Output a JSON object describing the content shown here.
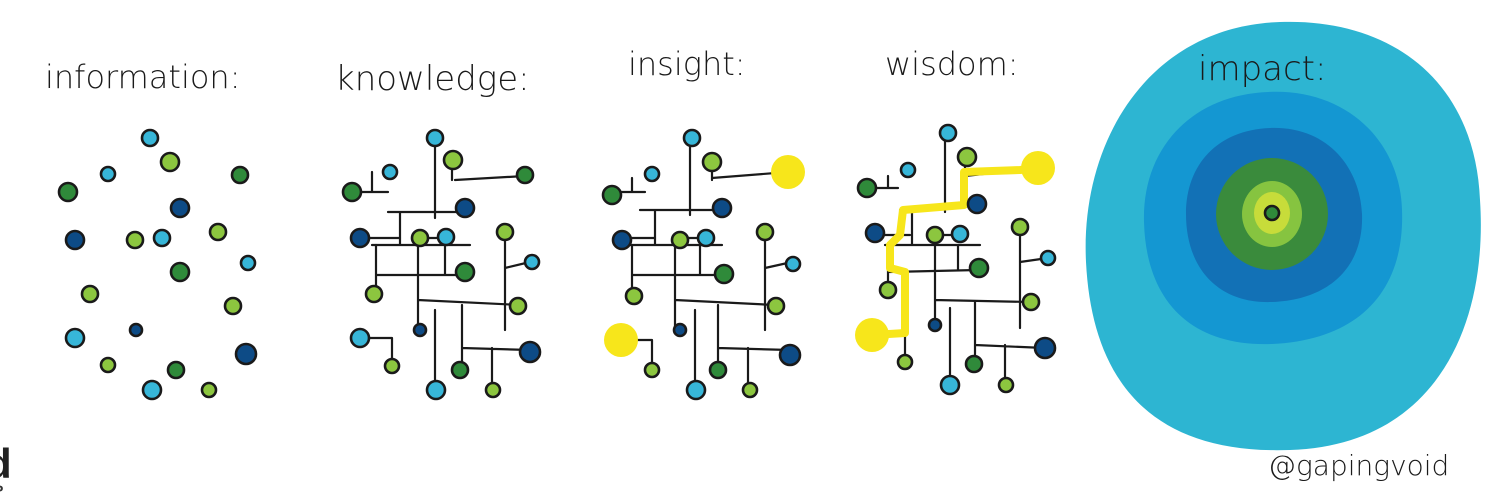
{
  "panels": [
    {
      "id": "information",
      "label": "information:"
    },
    {
      "id": "knowledge",
      "label": "knowledge:"
    },
    {
      "id": "insight",
      "label": "insight:"
    },
    {
      "id": "wisdom",
      "label": "wisdom:"
    },
    {
      "id": "impact",
      "label": "impact:"
    }
  ],
  "credit": "@gapingvoid",
  "colors": {
    "dark_blue": "#0d4b86",
    "blue": "#1a9fd8",
    "light_blue": "#37b6d8",
    "green": "#2f8a3a",
    "light_green": "#8cc63f",
    "yellow": "#f7e61b",
    "ring_outer": "#2db5d2",
    "ring_2": "#1497d2",
    "ring_3": "#1271b6",
    "ring_4": "#3a8b3c",
    "ring_5": "#86c440",
    "ring_6": "#c7dc3a"
  }
}
